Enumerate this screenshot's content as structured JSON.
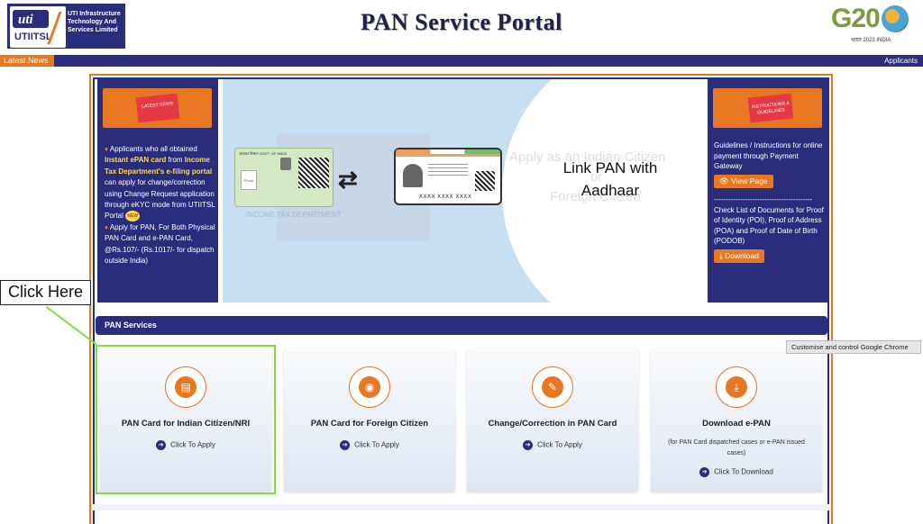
{
  "header": {
    "title": "PAN Service Portal",
    "logo": {
      "uti": "uti",
      "utiitsl": "UTIITSL",
      "company_line1": "UTI Infrastructure",
      "company_line2": "Technology And",
      "company_line3": "Services Limited"
    },
    "g20": {
      "text": "G20",
      "sub": "भारत 2023 INDIA"
    }
  },
  "news_bar": {
    "label": "Latest News",
    "ticker": "Applicants"
  },
  "left_panel": {
    "badge": "LATEST NEWS",
    "item1_a": "Applicants who all obtained",
    "item1_hl": "Instant ePAN card",
    "item1_b": "from",
    "item1_hl2": "Income Tax Department's e-filing portal",
    "item1_c": "can apply for change/correction using Change Request application through eKYC mode from UTIITSL Portal",
    "new_badge": "NEW",
    "item2": "Apply for PAN, For Both Physical PAN Card and e-PAN Card, @Rs.107/- (Rs.1017/- for dispatch outside India)"
  },
  "banner": {
    "link_text_1": "Link PAN with",
    "link_text_2": "Aadhaar",
    "ghost_1": "Apply as an Indian Citizen",
    "ghost_2": "or",
    "ghost_3": "Foreign Citizen",
    "it_dept": "INCOME TAX DEPARTMENT",
    "pan_header": "आयकर विभाग   GOVT. OF INDIA",
    "photo": "Photo",
    "aadhaar_number": "XXXX XXXX XXXX"
  },
  "right_panel": {
    "badge": "INSTRUCTIONS & GUIDELINES",
    "guideline_text": "Guidelines / Instructions for online payment through Payment Gateway",
    "view_button": "View Page",
    "dashes": "-----------------------------------------",
    "checklist_text": "Check List of Documents for Proof of Identity (POI), Proof of Address (POA) and Proof of Date of Birth (PODOB)",
    "download_button": "Download"
  },
  "services": {
    "heading": "PAN Services",
    "cards": [
      {
        "title": "PAN Card for Indian Citizen/NRI",
        "link": "Click To Apply",
        "icon": "id-card-icon"
      },
      {
        "title": "PAN Card for Foreign Citizen",
        "link": "Click To Apply",
        "icon": "globe-icon"
      },
      {
        "title": "Change/Correction in PAN Card",
        "link": "Click To Apply",
        "icon": "edit-icon"
      },
      {
        "title": "Download e-PAN",
        "sub": "(for PAN Card dispatched cases or e-PAN issued cases)",
        "link": "Click To Download",
        "icon": "download-icon"
      }
    ]
  },
  "annotation": {
    "click_here": "Click Here"
  },
  "tooltip": "Customise and control Google Chrome",
  "colors": {
    "navy": "#2a2c7c",
    "orange": "#e87722",
    "highlight_green": "#7be03c"
  }
}
